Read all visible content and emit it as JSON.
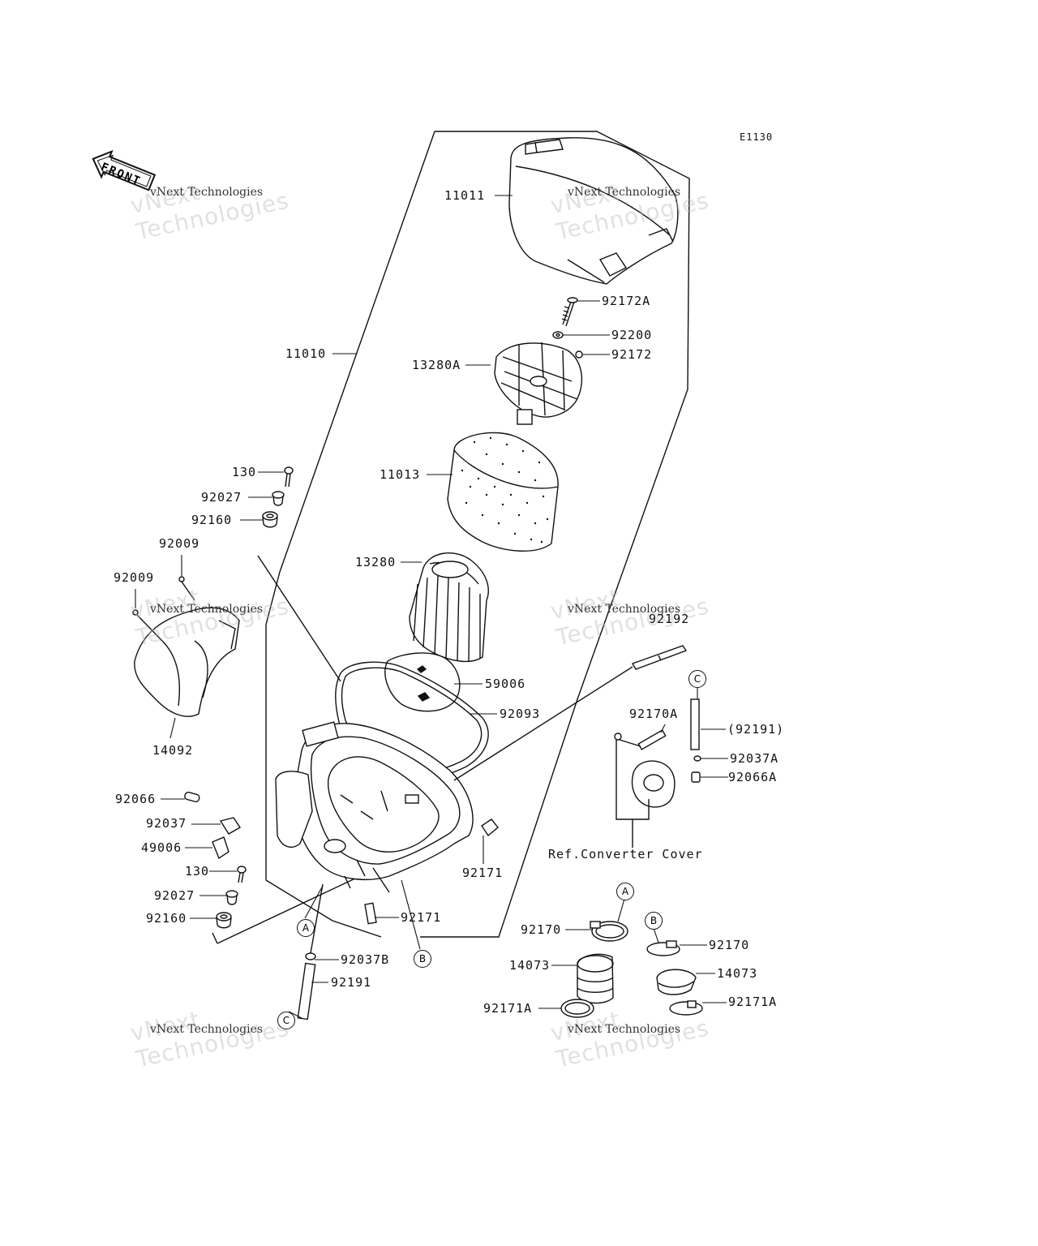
{
  "diagram_id": "E1130",
  "front_label": "FRONT",
  "reference_note": "Ref.Converter Cover",
  "watermark": {
    "line1": "vNext",
    "line2": "Technologies",
    "caption": "vNext Technologies"
  },
  "callout_letters": {
    "a": "A",
    "b": "B",
    "c": "C"
  },
  "part_labels": {
    "p11011": "11011",
    "p92172A": "92172A",
    "p92200": "92200",
    "p11010": "11010",
    "p13280A": "13280A",
    "p92172": "92172",
    "p130_top": "130",
    "p11013": "11013",
    "p92027_top": "92027",
    "p92160_top": "92160",
    "p92009_a": "92009",
    "p13280": "13280",
    "p92009_b": "92009",
    "p92192": "92192",
    "p59006": "59006",
    "p92093": "92093",
    "p92170A": "92170A",
    "p92191_paren": "(92191)",
    "p14092": "14092",
    "p92037A": "92037A",
    "p92066A": "92066A",
    "p92066": "92066",
    "p92037": "92037",
    "p49006": "49006",
    "p92171_right": "92171",
    "p130_bottom": "130",
    "p92027_bottom": "92027",
    "p92160_bottom": "92160",
    "p92171_bottom": "92171",
    "p92170_left": "92170",
    "p92170_right": "92170",
    "p92037B": "92037B",
    "p14073_left": "14073",
    "p14073_right": "14073",
    "p92191": "92191",
    "p92171A_left": "92171A",
    "p92171A_right": "92171A"
  }
}
